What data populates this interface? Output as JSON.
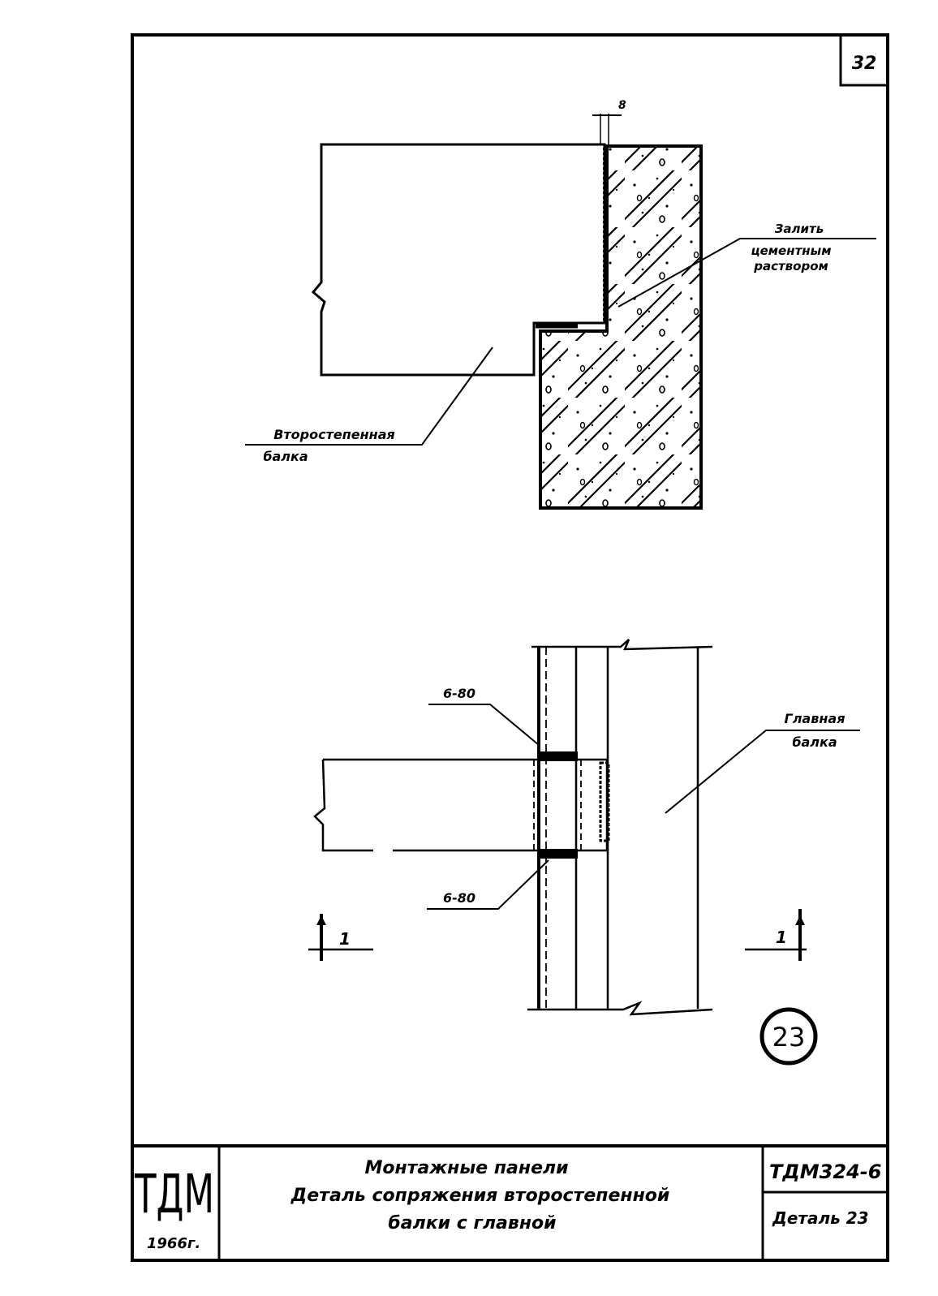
{
  "sheet": {
    "page_number": "32",
    "detail_mark": "23"
  },
  "top_view": {
    "dimension_mark": "8",
    "grout_label": [
      "Залить",
      "цементным",
      "раствором"
    ],
    "secondary_beam_label": [
      "Второстепенная",
      "балка"
    ]
  },
  "bottom_view": {
    "weld_top": "6-80",
    "weld_bottom": "6-80",
    "main_beam_label": [
      "Главная",
      "балка"
    ],
    "section_left": "1",
    "section_right": "1"
  },
  "title_block": {
    "org": "ТДМ",
    "year": "1966г.",
    "title_lines": [
      "Монтажные панели",
      "Деталь сопряжения второстепенной",
      "балки с главной"
    ],
    "series_code": "ТДМ324-6",
    "detail_ref": "Деталь 23"
  }
}
